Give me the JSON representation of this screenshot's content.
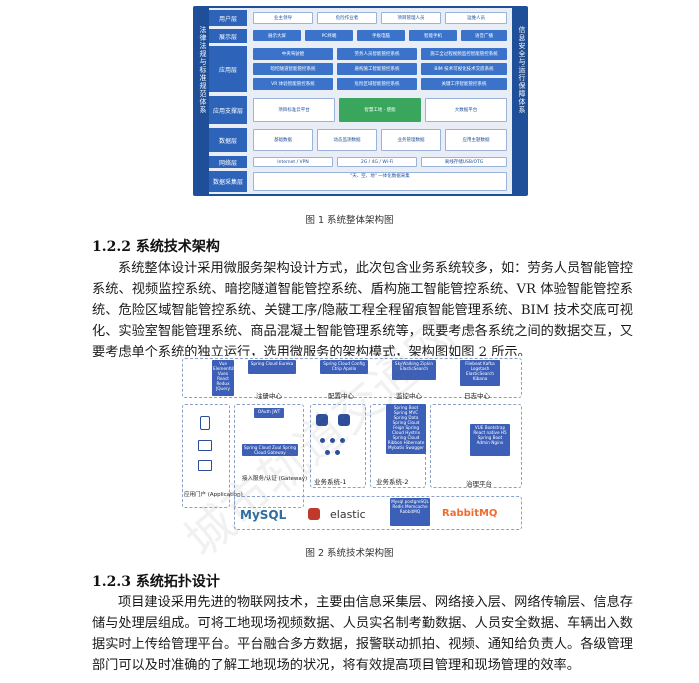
{
  "figure1": {
    "layers": [
      "用户层",
      "展示层",
      "应用层",
      "应用支撑层",
      "数据层",
      "网络层",
      "数据采集层"
    ],
    "left_vertical": "法律法规与标准规范体系",
    "right_vertical": "信息安全与运行保障体系",
    "user_items": [
      "业主领导",
      "危险作业者",
      "项目管理人员",
      "运维人员"
    ],
    "display_items": [
      "展示大屏",
      "PC终端",
      "手板电脑",
      "智能手机",
      "语音广播"
    ],
    "app_items": [
      "中央驾驶舱",
      "劳务人员智能管控系统",
      "施工全过程视频监控智能管控系统",
      "暗挖隧道智能管控系统",
      "盾构施工智能管控系统",
      "BIM 技术可视化技术交底系统",
      "VR 体验智能管控系统",
      "危险区域智能管控系统",
      "关键工序智能管控系统"
    ],
    "support_items": [
      "项目标准云平台",
      "智慧工地 · 使能",
      "大数据平台"
    ],
    "data_groups": [
      "基础数据",
      "动态监测数据",
      "业务管理数据",
      "应用主题数据"
    ],
    "network_items": [
      "Internet / VPN",
      "2G / 4G / Wi-Fi",
      "离线存储USB/OTG"
    ],
    "collect_title": "\"天、空、地\" 一体化数据采集",
    "caption": "图 1 系统整体架构图"
  },
  "section1": {
    "heading": "1.2.2 系统技术架构",
    "body": "系统整体设计采用微服务架构设计方式，此次包含业务系统较多，如：劳务人员智能管控系统、视频监控系统、暗挖隧道智能管控系统、盾构施工智能管控系统、VR 体验智能管控系统、危险区域智能管控系统、关键工序/隐蔽工程全程留痕智能管理系统、BIM 技术交底可视化、实验室智能管理系统、商品混凝土智能管理系统等，既要考虑各系统之间的数据交互，又要考虑单个系统的独立运行，选用微服务的架构模式，架构图如图 2 所示。"
  },
  "figure2": {
    "registry": "注册中心",
    "config": "配置中心",
    "monitor": "监控中心",
    "log": "日志中心",
    "gateway": "接入服务/认证 (Gateway)",
    "portal": "应用门户 (Application)",
    "biz1": "业务系统-1",
    "biz2": "业务系统-2",
    "governance": "治理平台",
    "front_stack": "Vue ElementUI Vuex React Redux JQuery",
    "eureka": "Spring Cloud Eureka",
    "apollo": "Spring Cloud Config Ctrip Apollo",
    "skywalking": "SkyWalking Zipkin ElasticSearch",
    "filebeat": "Filebeat Kafka Logstash ElasticSearch Kibana",
    "oauth": "OAuth JWT",
    "zuul": "Spring Cloud Zuul Spring Cloud Gateway",
    "spring": "Spring Boot Spring MVC Spring Data Spring Cloud Feign Spring Cloud Hystrix Spring Cloud Ribbon Hibernate Mybatis Swagger",
    "admin": "VUE Bootstrap React native H5 Spring Boot Admin Nginx",
    "db": "Mysql postgreSQL Redis Memcache RabbitMQ",
    "mysql": "MySQL",
    "elastic": "elastic",
    "rabbit": "RabbitMQ",
    "caption": "图 2 系统技术架构图"
  },
  "section2": {
    "heading": "1.2.3 系统拓扑设计",
    "body": "项目建设采用先进的物联网技术，主要由信息采集层、网络接入层、网络传输层、信息存储与处理层组成。可将工地现场视频数据、人员实名制考勤数据、人员安全数据、车辆出入数据实时上传给管理平台。平台融合多方数据，报警联动抓拍、视频、通知给负责人。各级管理部门可以及时准确的了解工地现场的状况，将有效提高项目管理和现场管理的效率。"
  },
  "watermark": "城市轨道交通网"
}
